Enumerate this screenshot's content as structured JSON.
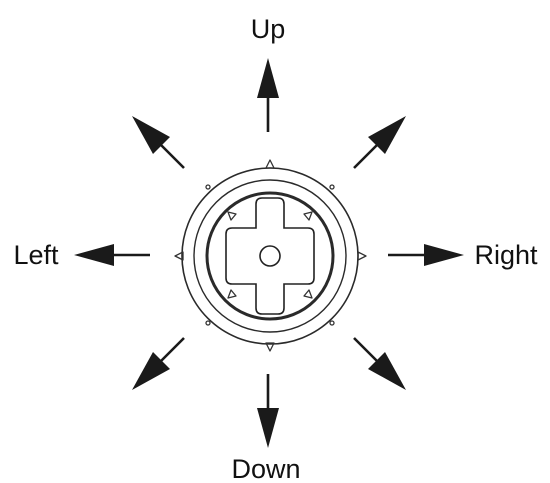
{
  "directions": {
    "up": "Up",
    "down": "Down",
    "left": "Left",
    "right": "Right"
  }
}
